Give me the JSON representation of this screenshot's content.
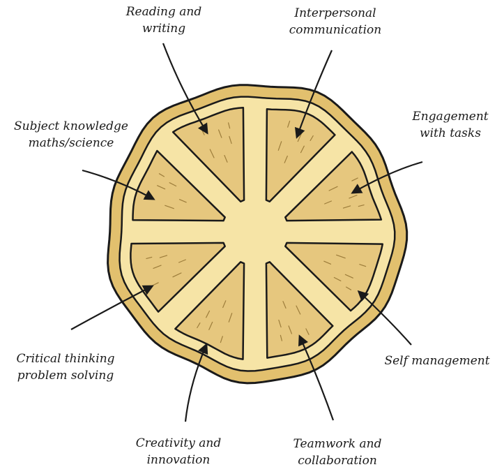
{
  "diagram": {
    "colors": {
      "outline": "#1a1a1a",
      "rind": "#e2c06e",
      "pith": "#f6e4a6",
      "segment": "#e6c77e",
      "arrow": "#1a1a1a",
      "text": "#1a1a1a"
    },
    "labels": {
      "reading_writing": [
        "Reading and",
        "writing"
      ],
      "interpersonal": [
        "Interpersonal",
        "communication"
      ],
      "subject_knowledge": [
        "Subject knowledge",
        "maths/science"
      ],
      "engagement": [
        "Engagement",
        "with tasks"
      ],
      "self_management": [
        "Self management"
      ],
      "critical_thinking": [
        "Critical thinking",
        "problem solving"
      ],
      "creativity": [
        "Creativity and",
        "innovation"
      ],
      "teamwork": [
        "Teamwork and",
        "collaboration"
      ]
    }
  }
}
